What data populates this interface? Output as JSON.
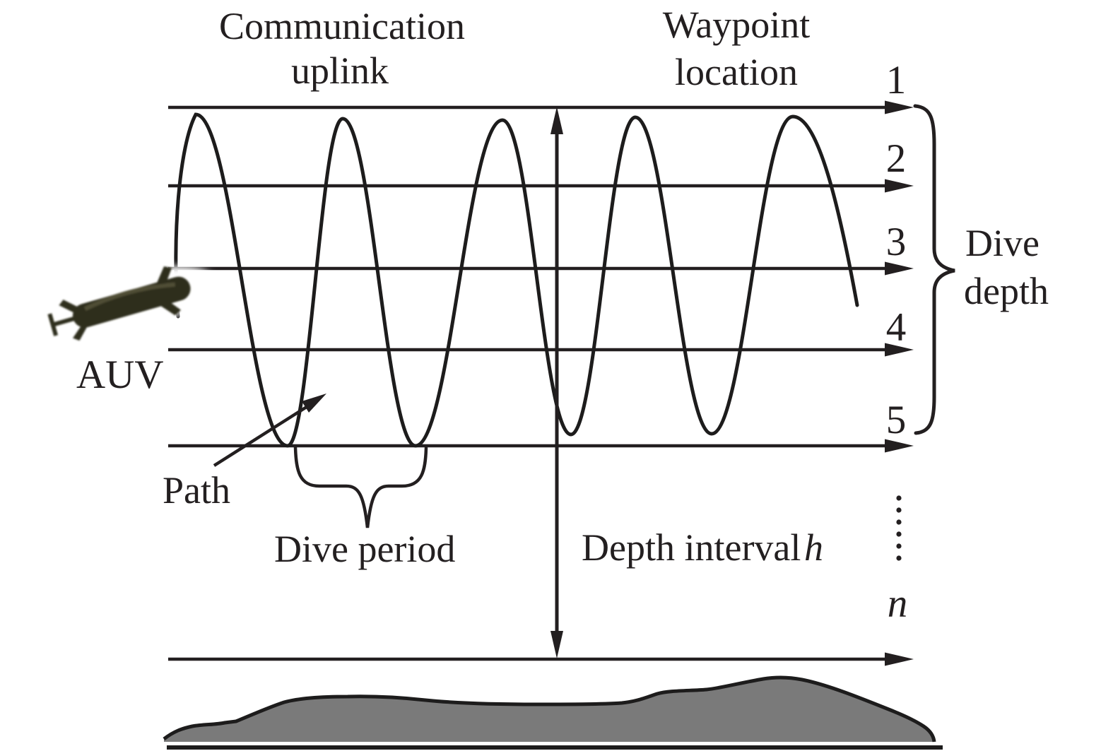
{
  "colors": {
    "ink": "#231f20",
    "seafloor_gray": "#7a7a7a",
    "auv_body": "#2e2d1d"
  },
  "labels": {
    "communication_uplink_line1": "Communication",
    "communication_uplink_line2": "uplink",
    "waypoint_location_line1": "Waypoint",
    "waypoint_location_line2": "location",
    "auv": "AUV",
    "path": "Path",
    "dive_period": "Dive period",
    "depth_interval": "Depth interval",
    "depth_interval_variable": "h",
    "dive_depth_line1": "Dive",
    "dive_depth_line2": "depth",
    "final_depth_index": "n"
  },
  "depth_levels": [
    "1",
    "2",
    "3",
    "4",
    "5"
  ]
}
